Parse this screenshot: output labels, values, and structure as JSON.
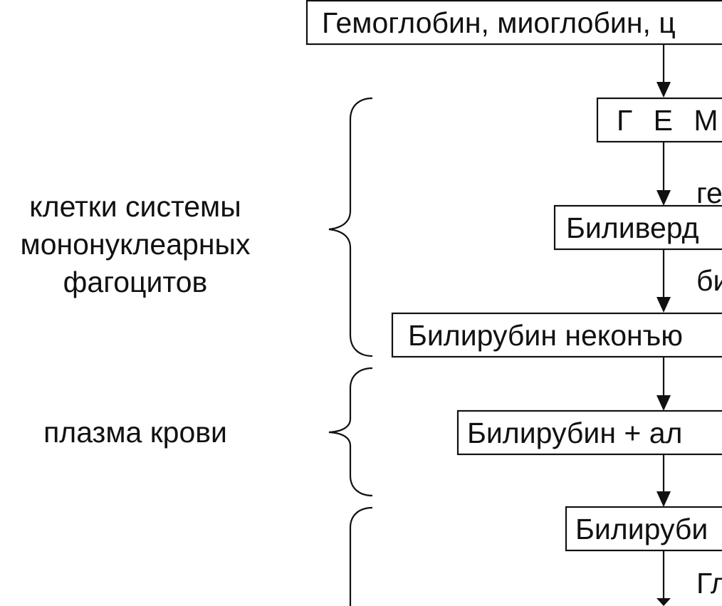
{
  "boxes": {
    "hemoglobin": "Гемоглобин, миоглобин, ц",
    "gem": "Г Е М",
    "biliverdin": "Биливерд",
    "bilirubin_unconj": "Билирубин неконъю",
    "bilirubin_albumin": "Билирубин + ал",
    "bilirubin_bottom": "Билируби"
  },
  "labels": {
    "gem_to_biliverdin": "ге",
    "biliverdin_to_bilirubin": "би",
    "bottom_step": "Гл"
  },
  "sections": {
    "phagocytes_line1": "клетки системы",
    "phagocytes_line2": "мононуклеарных",
    "phagocytes_line3": "фагоцитов",
    "plasma": "плазма крови"
  }
}
